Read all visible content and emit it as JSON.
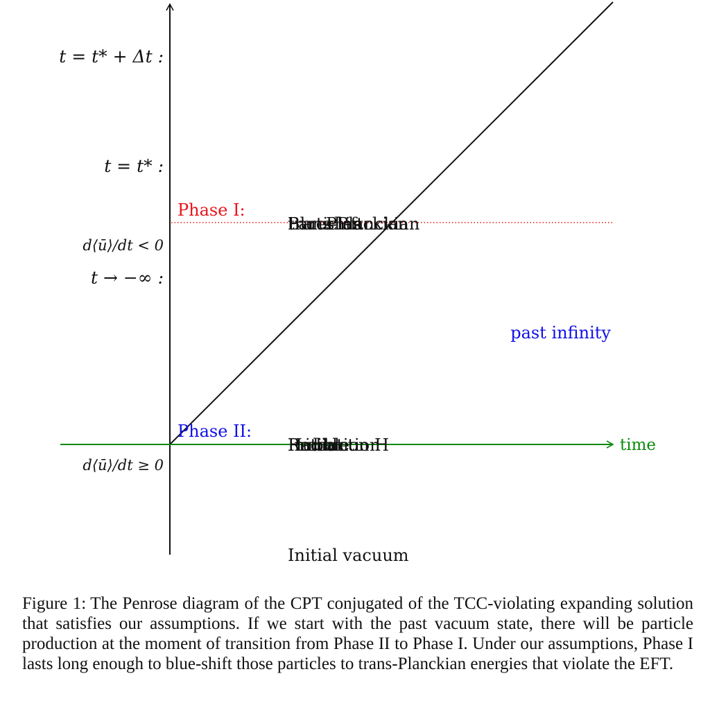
{
  "diagram": {
    "left_labels": {
      "t_star_dt": "t = t* + Δt :",
      "t_star": "t = t* :",
      "phase1_cond": "d⟨ū⟩/dt < 0",
      "t_minus_inf": "t → −∞ :",
      "phase2_cond": "d⟨ū⟩/dt ≥ 0"
    },
    "phase1_label": "Phase I:",
    "phase2_label": "Phase II:",
    "phase1_overlap_text": [
      "Blueshift",
      "Particles",
      "Planckian",
      "trans-Planckian"
    ],
    "phase2_overlap_text": [
      "Production",
      "Hubble",
      "Initial",
      "Radiation H"
    ],
    "past_infinity_label": "past infinity",
    "time_axis_label": "time",
    "initial_vacuum_label": "Initial vacuum",
    "colors": {
      "phase1": "#e8141b",
      "phase2": "#1010e6",
      "time_axis": "#0a8a0a",
      "ink": "#111111"
    }
  },
  "caption": {
    "lead": "Figure 1:",
    "text": "The Penrose diagram of the CPT conjugated of the TCC-violating expanding solution that satisfies our assumptions. If we start with the past vacuum state, there will be particle production at the moment of transition from Phase II to Phase I. Under our assumptions, Phase I lasts long enough to blue-shift those particles to trans-Planckian energies that violate the EFT."
  }
}
